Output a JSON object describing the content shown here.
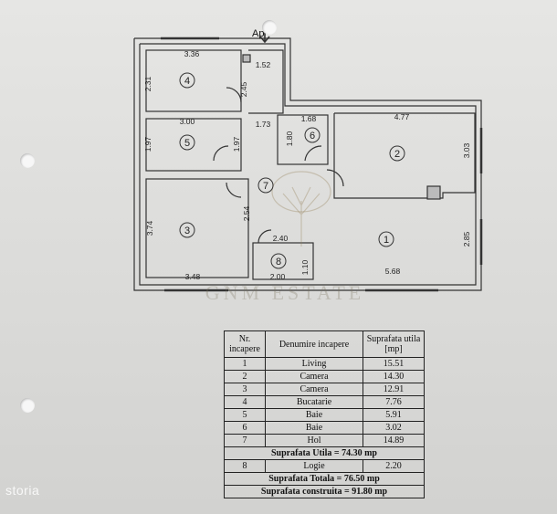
{
  "entrance_label": "Ap",
  "watermark": "GNM ESTATE",
  "brand": "storia",
  "rooms": [
    {
      "number": "1"
    },
    {
      "number": "2"
    },
    {
      "number": "3"
    },
    {
      "number": "4"
    },
    {
      "number": "5"
    },
    {
      "number": "6"
    },
    {
      "number": "7"
    },
    {
      "number": "8"
    }
  ],
  "dimensions": {
    "r4_width": "3.36",
    "r4_height": "2.31",
    "hall_upper_width": "1.52",
    "hall_upper_height": "2.45",
    "r5_width": "3.00",
    "r5_height_left": "1.97",
    "r5_height_right": "1.97",
    "hall_mid_width": "1.73",
    "r6_width": "1.68",
    "r6_height": "1.80",
    "r2_width": "4.77",
    "r2_height": "3.03",
    "r3_height": "3.74",
    "hall_low_height": "2.54",
    "r3_width": "3.48",
    "r8_top_width": "2.40",
    "r8_height": "1.10",
    "r8_width": "2.00",
    "r1_width": "5.68",
    "r1_height": "2.85"
  },
  "table": {
    "headers": [
      "Nr. incapere",
      "Denumire incapere",
      "Suprafata utila [mp]"
    ],
    "rows": [
      {
        "nr": "1",
        "name": "Living",
        "area": "15.51"
      },
      {
        "nr": "2",
        "name": "Camera",
        "area": "14.30"
      },
      {
        "nr": "3",
        "name": "Camera",
        "area": "12.91"
      },
      {
        "nr": "4",
        "name": "Bucatarie",
        "area": "7.76"
      },
      {
        "nr": "5",
        "name": "Baie",
        "area": "5.91"
      },
      {
        "nr": "6",
        "name": "Baie",
        "area": "3.02"
      },
      {
        "nr": "7",
        "name": "Hol",
        "area": "14.89"
      }
    ],
    "total_useful": "Suprafata Utila = 74.30 mp",
    "loggia": {
      "nr": "8",
      "name": "Logie",
      "area": "2.20"
    },
    "total_total": "Suprafata Totala = 76.50 mp",
    "total_built": "Suprafata  construita = 91.80 mp"
  }
}
